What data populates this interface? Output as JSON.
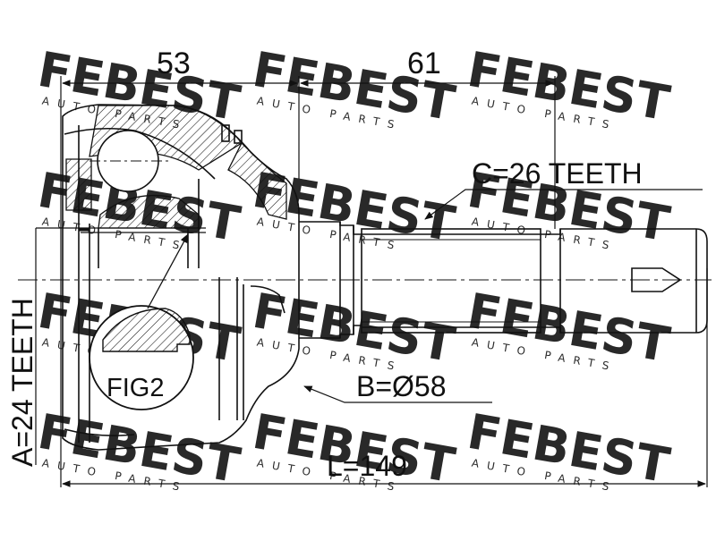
{
  "dimensions": {
    "left_section": "53",
    "right_section": "61",
    "spline_c": "C=26 TEETH",
    "diameter_b": "B=Ø58",
    "length_l": "L=149",
    "spline_a": "A=24 TEETH"
  },
  "callout": {
    "fig": "FIG2"
  },
  "watermark": {
    "brand": "FEBEST",
    "tagline": "AUTO PARTS"
  },
  "colors": {
    "line": "#111111",
    "watermark": "#d9d9d9",
    "background": "#ffffff"
  }
}
